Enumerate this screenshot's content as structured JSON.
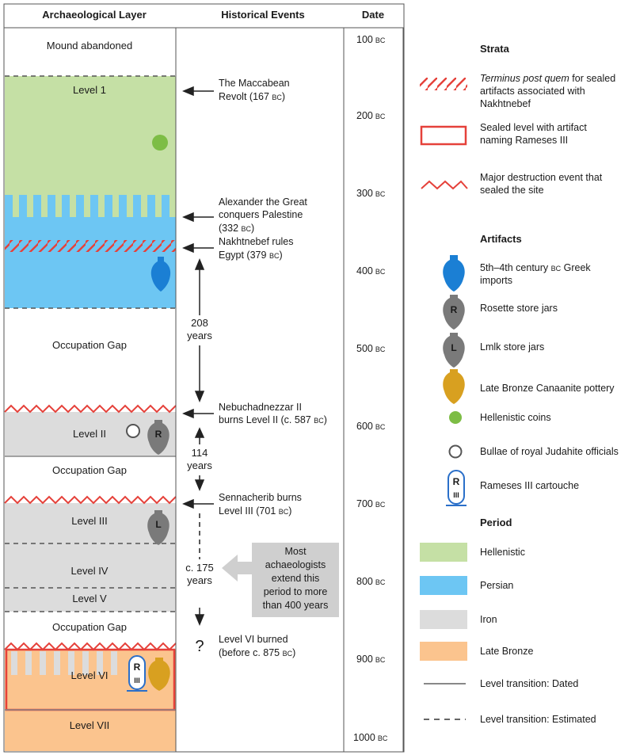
{
  "headers": {
    "layer": "Archaeological Layer",
    "events": "Historical Events",
    "date": "Date"
  },
  "layers": [
    {
      "label": "Mound abandoned"
    },
    {
      "label": "Level 1"
    },
    {
      "label": "Occupation Gap"
    },
    {
      "label": "Level II"
    },
    {
      "label": "Occupation Gap"
    },
    {
      "label": "Level III"
    },
    {
      "label": "Level IV"
    },
    {
      "label": "Level V"
    },
    {
      "label": "Occupation Gap"
    },
    {
      "label": "Level VI"
    },
    {
      "label": "Level VII"
    }
  ],
  "events": [
    {
      "line1": "The Maccabean",
      "line2_pre": "Revolt (167 ",
      "era": "BC",
      "line2_post": ")"
    },
    {
      "line1": "Alexander the Great",
      "line2": "conquers Palestine",
      "line3_pre": "(332 ",
      "era": "BC",
      "line3_post": ")"
    },
    {
      "line1": "Nakhtnebef rules",
      "line2_pre": "Egypt (379 ",
      "era": "BC",
      "line2_post": ")"
    },
    {
      "line1": "Nebuchadnezzar II",
      "line2_pre": "burns Level II (c. 587 ",
      "era": "BC",
      "line2_post": ")"
    },
    {
      "line1": "Sennacherib burns",
      "line2_pre": "Level III (701 ",
      "era": "BC",
      "line2_post": ")"
    },
    {
      "line1": "Level VI burned",
      "line2_pre": "(before c. 875 ",
      "era": "BC",
      "line2_post": ")"
    }
  ],
  "intervals": [
    {
      "line1": "208",
      "line2": "years"
    },
    {
      "line1": "114",
      "line2": "years"
    },
    {
      "line1": "c. 175",
      "line2": "years"
    }
  ],
  "question_mark": "?",
  "note": {
    "lines": [
      "Most",
      "achaeologists",
      "extend this",
      "period to more",
      "than 400 years"
    ]
  },
  "dates": [
    {
      "num": "100",
      "era": "BC"
    },
    {
      "num": "200",
      "era": "BC"
    },
    {
      "num": "300",
      "era": "BC"
    },
    {
      "num": "400",
      "era": "BC"
    },
    {
      "num": "500",
      "era": "BC"
    },
    {
      "num": "600",
      "era": "BC"
    },
    {
      "num": "700",
      "era": "BC"
    },
    {
      "num": "800",
      "era": "BC"
    },
    {
      "num": "900",
      "era": "BC"
    },
    {
      "num": "1000",
      "era": "BC"
    }
  ],
  "legend": {
    "strata_title": "Strata",
    "tpq_italic": "Terminus post quem",
    "tpq_rest": " for sealed",
    "tpq_l2": "artifacts associated with",
    "tpq_l3": "Nakhtnebef",
    "sealed_l1": "Sealed level with artifact",
    "sealed_l2": "naming Rameses III",
    "destr_l1": "Major destruction event that",
    "destr_l2": "sealed the site",
    "artifacts_title": "Artifacts",
    "greek_pre": "5th–4th century ",
    "greek_era": "BC",
    "greek_post": " Greek",
    "greek_l2": "imports",
    "rosette": "Rosette store jars",
    "lmlk": "Lmlk store jars",
    "canaanite": "Late Bronze Canaanite pottery",
    "coins": "Hellenistic coins",
    "bullae": "Bullae of royal Judahite officials",
    "cartouche": "Rameses III cartouche",
    "period_title": "Period",
    "hellenistic": "Hellenistic",
    "persian": "Persian",
    "iron": "Iron",
    "late_bronze": "Late Bronze",
    "dated": "Level transition: Dated",
    "estimated": "Level transition: Estimated"
  },
  "icon_letters": {
    "rosette": "R",
    "lmlk": "L",
    "cartouche_r": "R",
    "cartouche_iii": "III"
  },
  "colors": {
    "hellenistic": "#c5e0a5",
    "persian": "#6dc6f3",
    "iron": "#dcdcdc",
    "late_bronze": "#fbc48e",
    "destruction": "#e5413a",
    "greek_import": "#1b7fd4",
    "coin": "#7dbd45",
    "jar": "#7a7a7a",
    "canaanite": "#d8a020",
    "cartouche_blue": "#2a6fc9",
    "cartouche_red": "#d0352c"
  }
}
